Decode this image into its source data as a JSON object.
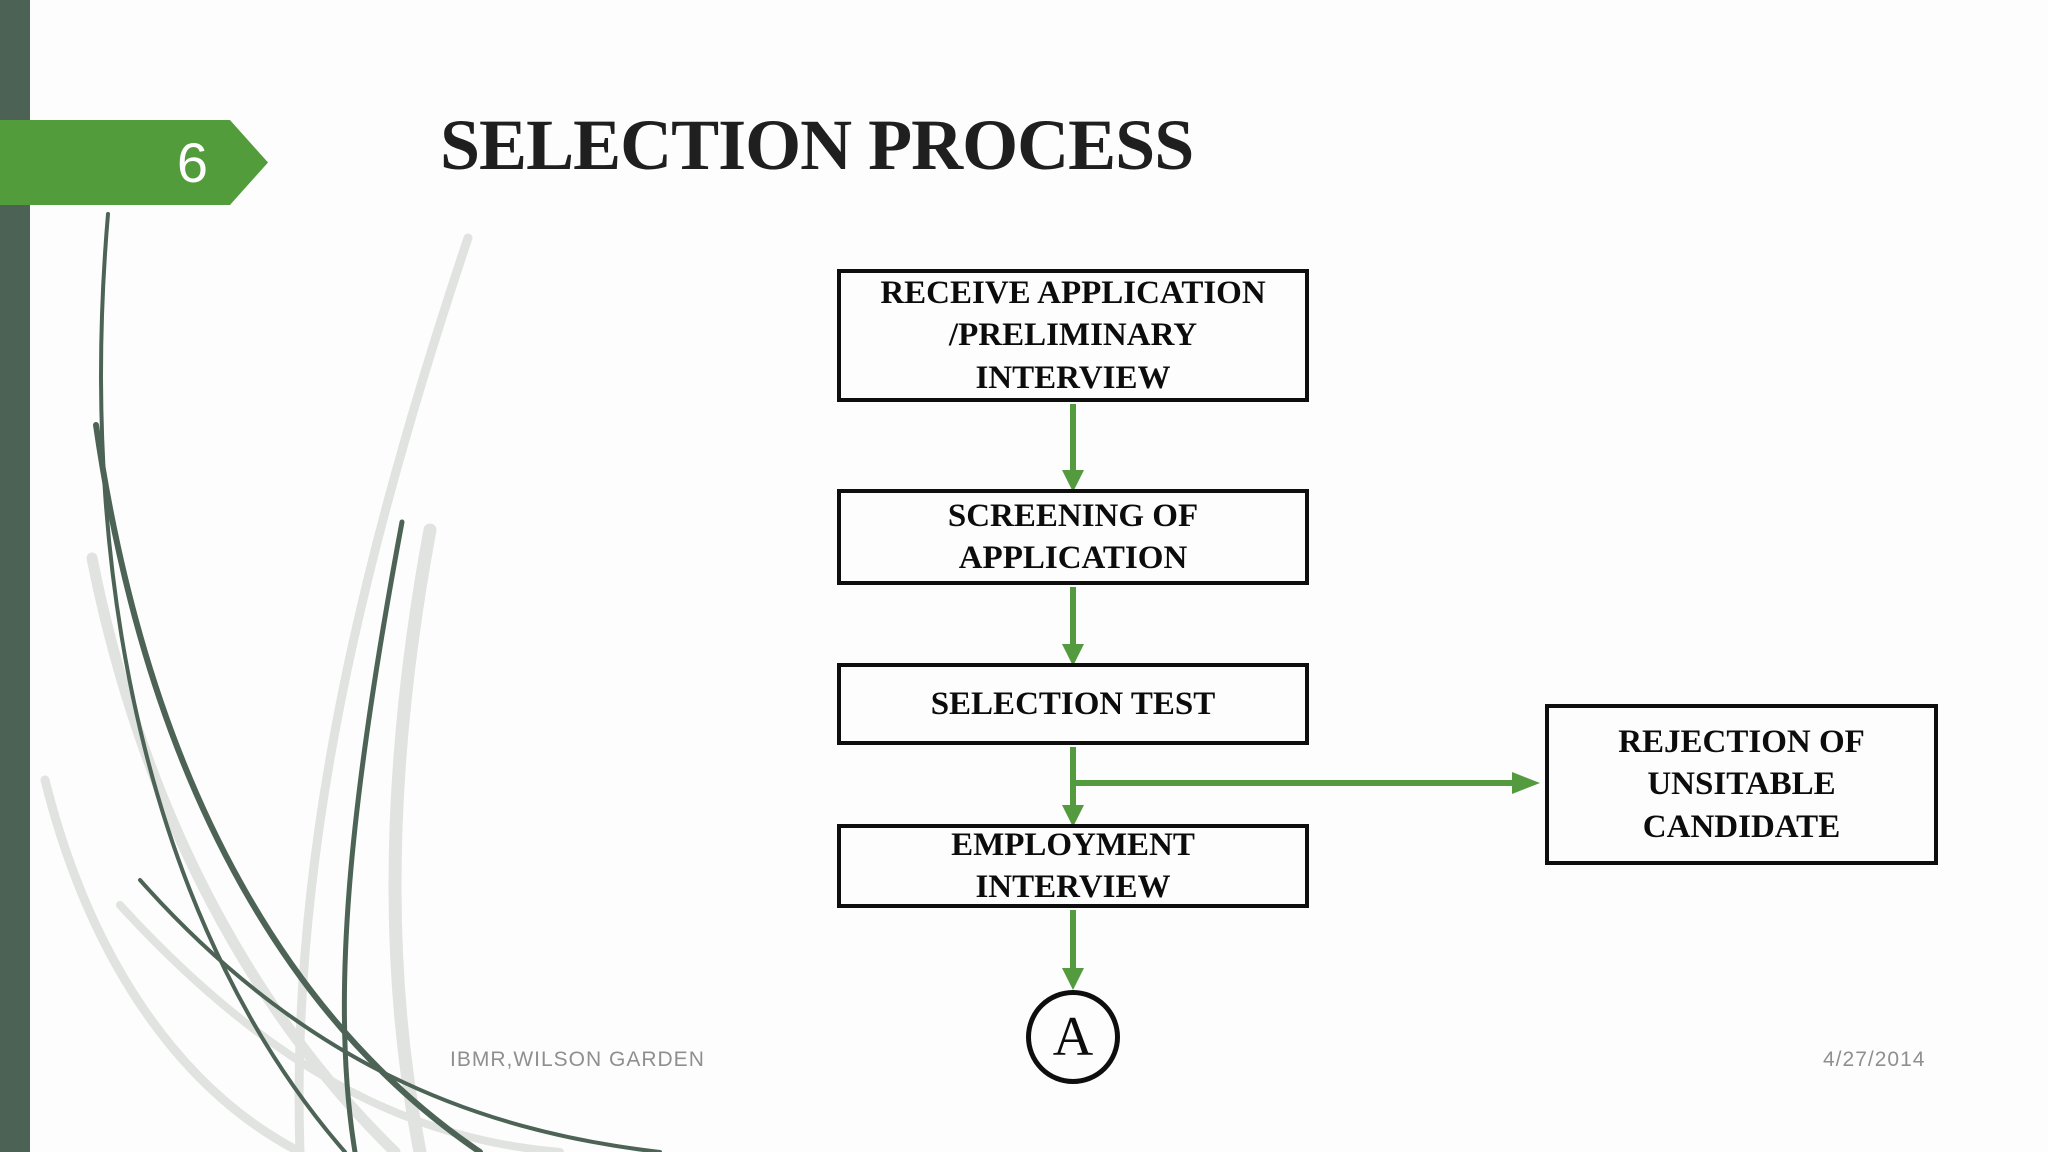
{
  "slide": {
    "page_number": "6",
    "title": "SELECTION PROCESS",
    "footer_left": "IBMR,WILSON GARDEN",
    "footer_right": "4/27/2014"
  },
  "flowchart": {
    "nodes": [
      {
        "id": "receive-application",
        "label": "RECEIVE APPLICATION\n/PRELIMINARY\nINTERVIEW"
      },
      {
        "id": "screening-of-application",
        "label": "SCREENING OF\nAPPLICATION"
      },
      {
        "id": "selection-test",
        "label": "SELECTION TEST"
      },
      {
        "id": "employment-interview",
        "label": "EMPLOYMENT\nINTERVIEW"
      },
      {
        "id": "rejection-of-unsuitable-candidate",
        "label": "REJECTION OF\nUNSITABLE\nCANDIDATE"
      },
      {
        "id": "connector-a",
        "label": "A"
      }
    ]
  },
  "colors": {
    "accent_green": "#539c3c",
    "arrow_green": "#549a3e",
    "sidebar_green": "#4b6254",
    "box_border": "#0e0e0e",
    "text_dark": "#1f1f1f",
    "footer_gray": "#8f8f8f",
    "background": "#fdfdfd",
    "decor_light": "#e0e3e0",
    "decor_dark": "#4c6356"
  }
}
